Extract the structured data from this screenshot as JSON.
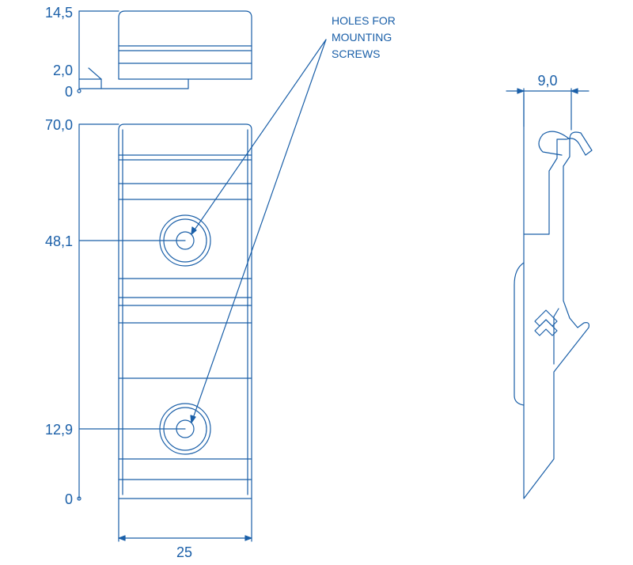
{
  "colors": {
    "line": "#1a5fa8",
    "text": "#1a5fa8",
    "background": "#ffffff"
  },
  "top_view": {
    "dim_top": "14,5",
    "dim_step": "2,0",
    "dim_zero": "0"
  },
  "front_view": {
    "dim_top": "70,0",
    "dim_upper_hole": "48,1",
    "dim_lower_hole": "12,9",
    "dim_zero": "0",
    "width": "25"
  },
  "side_view": {
    "thickness": "9,0"
  },
  "annotation": {
    "line1": "HOLES FOR",
    "line2": "MOUNTING",
    "line3": "SCREWS"
  }
}
